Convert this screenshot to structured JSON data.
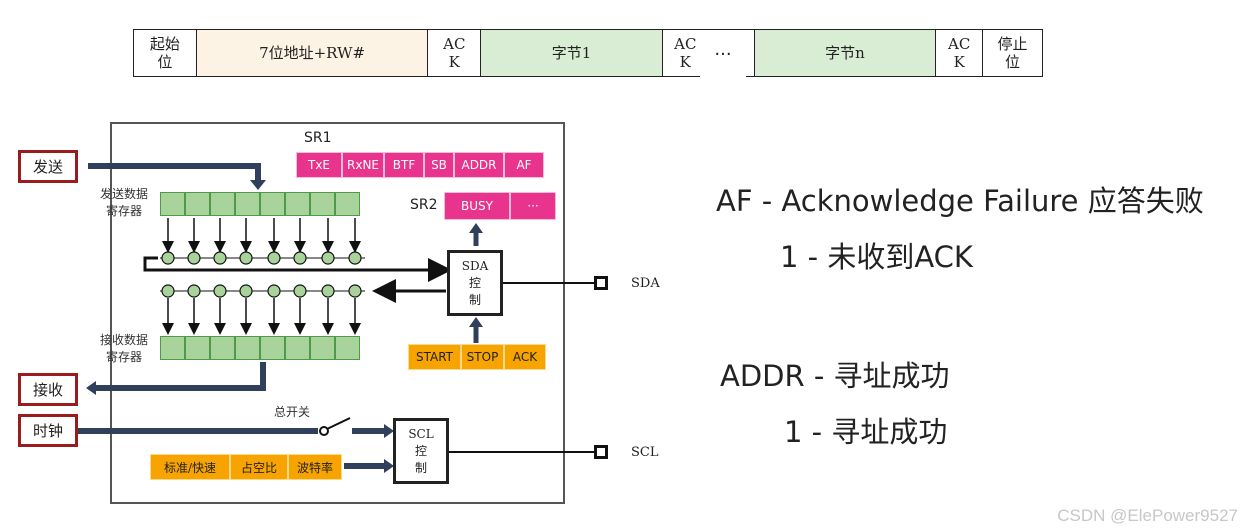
{
  "frame_fields": [
    {
      "label": "起始\n位",
      "style": "white",
      "w": 63
    },
    {
      "label": "7位地址+RW#",
      "style": "beige",
      "w": 232
    },
    {
      "label": "AC\nK",
      "style": "white",
      "w": 53
    },
    {
      "label": "字节1",
      "style": "green",
      "w": 180
    },
    {
      "label": "AC\nK",
      "style": "white",
      "w": 46
    }
  ],
  "frame_gap": "···",
  "frame_fields_2": [
    {
      "label": "字节n",
      "style": "green",
      "w": 182
    },
    {
      "label": "AC\nK",
      "style": "white",
      "w": 47
    },
    {
      "label": "停止\n位",
      "style": "white",
      "w": 68
    }
  ],
  "pins": {
    "send": "发送",
    "receive": "接收",
    "clock": "时钟"
  },
  "labels": {
    "sr1": "SR1",
    "sr2": "SR2",
    "tx_reg": "发送数据\n寄存器",
    "rx_reg": "接收数据\n寄存器",
    "master_switch": "总开关",
    "sda_ctrl": "SDA\n控\n制",
    "scl_ctrl": "SCL\n控\n制",
    "sda_pin": "SDA",
    "scl_pin": "SCL"
  },
  "sr1_bits": [
    "TxE",
    "RxNE",
    "BTF",
    "SB",
    "ADDR",
    "AF"
  ],
  "sr2_bits": [
    "BUSY",
    "···"
  ],
  "control_bits": [
    "START",
    "STOP",
    "ACK"
  ],
  "clock_bits": [
    "标准/快速",
    "占空比",
    "波特率"
  ],
  "notes": {
    "af_title": "AF - Acknowledge Failure 应答失败",
    "af_value": "1 - 未收到ACK",
    "addr_title": "ADDR - 寻址成功",
    "addr_value": "1 - 寻址成功"
  },
  "watermark": "CSDN @ElePower9527",
  "colors": {
    "pin_border": "#9b1c1c",
    "sr": "#e8348c",
    "ctrl": "#f7a400",
    "shift": "#a8d39a",
    "arrow": "#2f3f5c"
  }
}
